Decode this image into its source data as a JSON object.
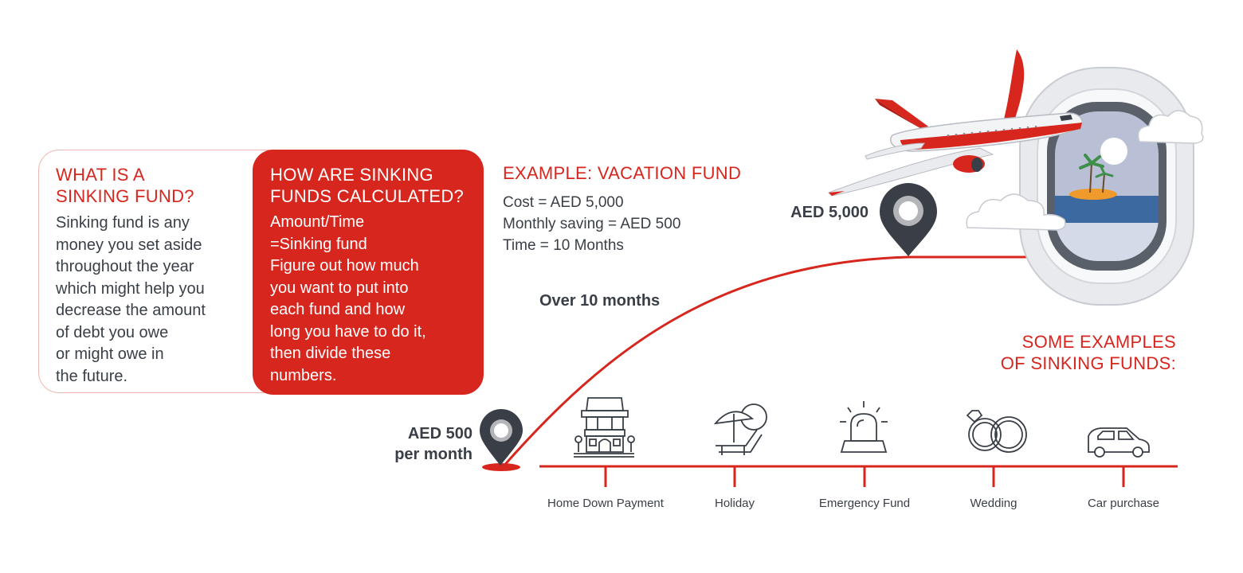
{
  "what": {
    "heading_lines": [
      "WHAT IS A",
      "SINKING FUND?"
    ],
    "body_lines": [
      "Sinking fund is any",
      "money you set aside",
      "throughout the year",
      "which might help you",
      "decrease the amount",
      "of debt you owe",
      "or might owe in",
      "the future."
    ]
  },
  "how": {
    "heading_lines": [
      "HOW ARE SINKING",
      "FUNDS CALCULATED?"
    ],
    "formula_lines": [
      "Amount/Time",
      "=Sinking fund"
    ],
    "body_lines": [
      "Figure out how much",
      "you want to put into",
      "each fund and how",
      "long you have to do it,",
      "then divide these",
      "numbers."
    ]
  },
  "example": {
    "heading": "EXAMPLE: VACATION FUND",
    "lines": [
      "Cost = AED 5,000",
      "Monthly saving = AED 500",
      "Time = 10 Months"
    ]
  },
  "path": {
    "start_label_lines": [
      "AED 500",
      "per month"
    ],
    "end_label": "AED 5,000",
    "duration_label": "Over 10 months"
  },
  "examples_section": {
    "heading_lines": [
      "SOME EXAMPLES",
      "OF SINKING FUNDS:"
    ],
    "items": [
      {
        "label": "Home Down Payment",
        "icon": "house-icon"
      },
      {
        "label": "Holiday",
        "icon": "beach-chair-icon"
      },
      {
        "label": "Emergency Fund",
        "icon": "siren-icon"
      },
      {
        "label": "Wedding",
        "icon": "rings-icon"
      },
      {
        "label": "Car purchase",
        "icon": "car-icon"
      }
    ]
  },
  "colors": {
    "accent": "#d7261e",
    "dark": "#3a3f47",
    "window_frame": "#e8eaee"
  }
}
